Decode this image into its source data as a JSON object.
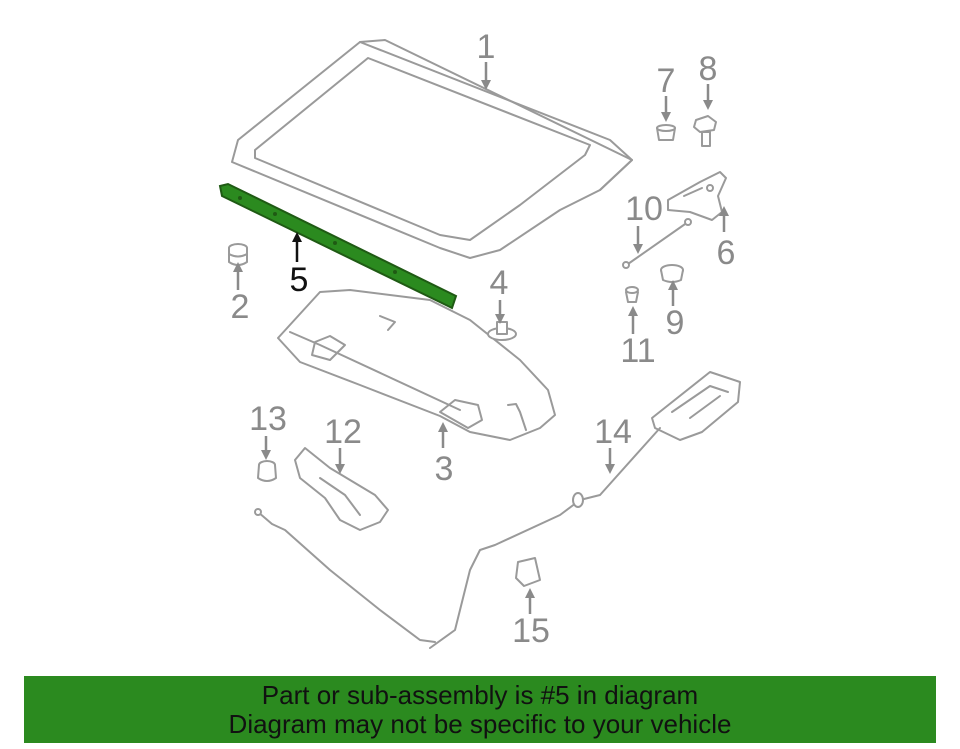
{
  "diagram": {
    "callouts": {
      "1": "1",
      "2": "2",
      "3": "3",
      "4": "4",
      "5": "5",
      "6": "6",
      "7": "7",
      "8": "8",
      "9": "9",
      "10": "10",
      "11": "11",
      "12": "12",
      "13": "13",
      "14": "14",
      "15": "15"
    },
    "highlighted_part": "5",
    "colors": {
      "highlight": "#2b8a1f",
      "line": "#9a9a9a",
      "label": "#8a8a8a",
      "active_label": "#111111"
    }
  },
  "banner": {
    "line1": "Part or sub-assembly is #5 in diagram",
    "line2": "Diagram may not be specific to your vehicle",
    "background": "#2b8a1f"
  }
}
